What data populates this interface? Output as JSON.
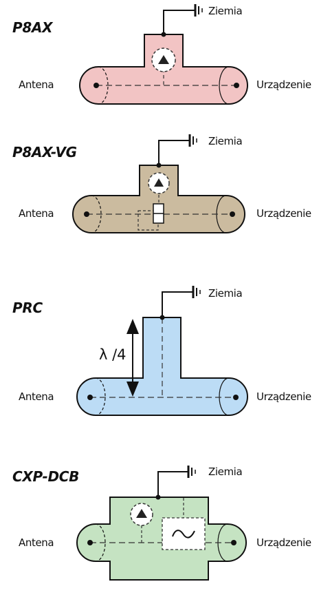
{
  "sections": [
    {
      "title": "P8AX",
      "left_label": "Antena",
      "right_label": "Urządzenie",
      "ground_label": "Ziemia",
      "body_color": "#f2c4c4"
    },
    {
      "title": "P8AX-VG",
      "left_label": "Antena",
      "right_label": "Urządzenie",
      "ground_label": "Ziemia",
      "body_color": "#cbbb9f"
    },
    {
      "title": "PRC",
      "left_label": "Antena",
      "right_label": "Urządzenie",
      "ground_label": "Ziemia",
      "body_color": "#bcdcf5",
      "lambda_label": "λ /4"
    },
    {
      "title": "CXP-DCB",
      "left_label": "Antena",
      "right_label": "Urządzenie",
      "ground_label": "Ziemia",
      "body_color": "#c5e3c2"
    }
  ]
}
